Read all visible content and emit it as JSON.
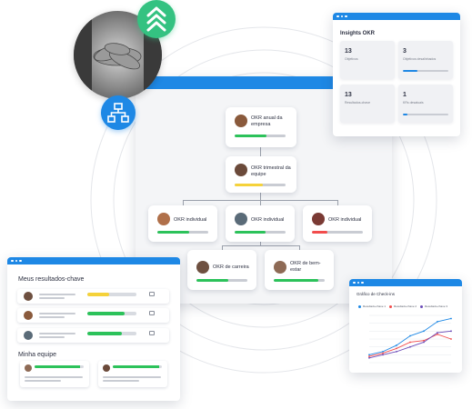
{
  "colors": {
    "brand_blue": "#1e88e5",
    "progress_green": "#2cc25a",
    "progress_yellow": "#f5d23a",
    "progress_red": "#f24c4c",
    "brand_mint": "#34c281"
  },
  "icons": {
    "photo": "team-hands-photo",
    "hierarchy": "org-hierarchy-icon",
    "chevrons": "chevrons-up-icon"
  },
  "org_chart": {
    "company": {
      "label": "OKR anual da empresa",
      "progress": 0.62,
      "status": "green"
    },
    "team": {
      "label": "OKR trimestral da equipe",
      "progress": 0.55,
      "status": "yellow"
    },
    "individual": [
      {
        "label": "OKR individual",
        "progress": 0.62,
        "status": "green"
      },
      {
        "label": "OKR individual",
        "progress": 0.6,
        "status": "green"
      },
      {
        "label": "OKR individual",
        "progress": 0.3,
        "status": "red"
      }
    ],
    "development": [
      {
        "label": "OKR de carreira",
        "progress": 0.63,
        "status": "green"
      },
      {
        "label": "OKR de bem-estar",
        "progress": 0.88,
        "status": "green"
      }
    ]
  },
  "insights": {
    "title": "Insights OKR",
    "stats": [
      {
        "value": "13",
        "caption": "Objetivos",
        "progress": 0
      },
      {
        "value": "3",
        "caption": "Objetivos desalinhados",
        "progress": 0.32
      },
      {
        "value": "13",
        "caption": "Resultados-chave",
        "progress": 0
      },
      {
        "value": "1",
        "caption": "KRs desatuais",
        "progress": 0.1
      }
    ]
  },
  "results": {
    "title": "Meus resultados-chave",
    "rows": [
      {
        "progress": 0.45,
        "status": "yellow"
      },
      {
        "progress": 0.75,
        "status": "green"
      },
      {
        "progress": 0.7,
        "status": "green"
      }
    ],
    "team_title": "Minha equipe",
    "team": [
      {
        "progress": 0.92
      },
      {
        "progress": 0.95
      }
    ]
  },
  "checkin": {
    "title": "Gráfico de Check-ins",
    "chart_data": {
      "type": "line",
      "x": [
        1,
        2,
        3,
        4,
        5,
        6,
        7
      ],
      "series": [
        {
          "name": "Resultado-chave 1",
          "color": "#1e88e5",
          "values": [
            10,
            14,
            22,
            34,
            40,
            52,
            56
          ]
        },
        {
          "name": "Resultado-chave 2",
          "color": "#f24c4c",
          "values": [
            8,
            12,
            18,
            26,
            28,
            36,
            30
          ]
        },
        {
          "name": "Resultado-chave 3",
          "color": "#6b4bb8",
          "values": [
            6,
            10,
            14,
            20,
            26,
            38,
            40
          ]
        }
      ],
      "ylim": [
        0,
        60
      ],
      "grid": true,
      "legend": "top"
    }
  }
}
